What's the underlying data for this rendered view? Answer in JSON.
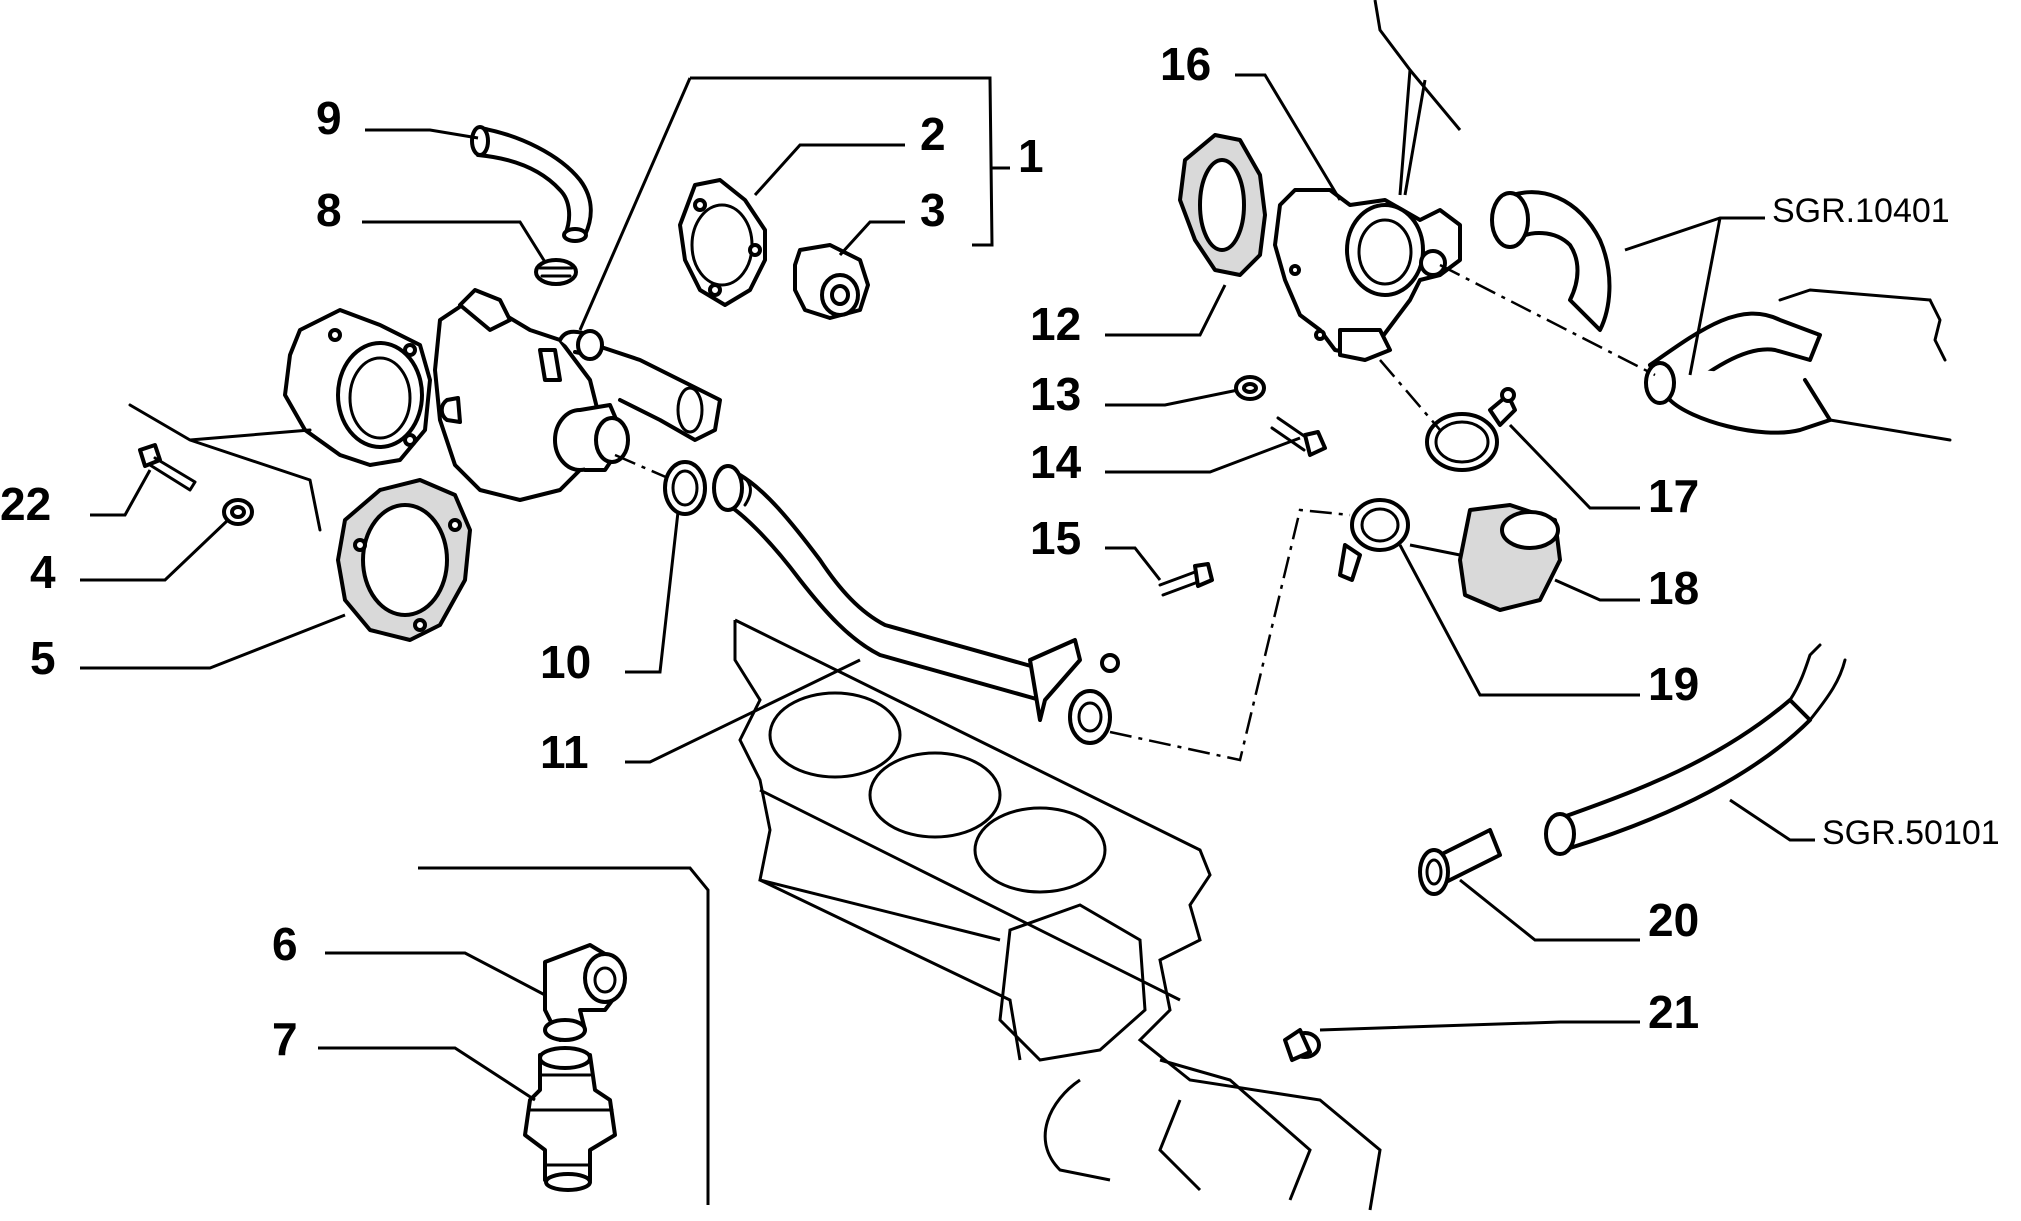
{
  "callouts": [
    {
      "id": "1",
      "label": "1"
    },
    {
      "id": "2",
      "label": "2"
    },
    {
      "id": "3",
      "label": "3"
    },
    {
      "id": "4",
      "label": "4"
    },
    {
      "id": "5",
      "label": "5"
    },
    {
      "id": "6",
      "label": "6"
    },
    {
      "id": "7",
      "label": "7"
    },
    {
      "id": "8",
      "label": "8"
    },
    {
      "id": "9",
      "label": "9"
    },
    {
      "id": "10",
      "label": "10"
    },
    {
      "id": "11",
      "label": "11"
    },
    {
      "id": "12",
      "label": "12"
    },
    {
      "id": "13",
      "label": "13"
    },
    {
      "id": "14",
      "label": "14"
    },
    {
      "id": "15",
      "label": "15"
    },
    {
      "id": "16",
      "label": "16"
    },
    {
      "id": "17",
      "label": "17"
    },
    {
      "id": "18",
      "label": "18"
    },
    {
      "id": "19",
      "label": "19"
    },
    {
      "id": "20",
      "label": "20"
    },
    {
      "id": "21",
      "label": "21"
    },
    {
      "id": "22",
      "label": "22"
    }
  ],
  "references": {
    "upper_hose_ref": "SGR.10401",
    "lower_hose_ref": "SGR.50101"
  },
  "colors": {
    "ink": "#000000",
    "paper": "#ffffff",
    "shading": "#d9d9d9"
  }
}
